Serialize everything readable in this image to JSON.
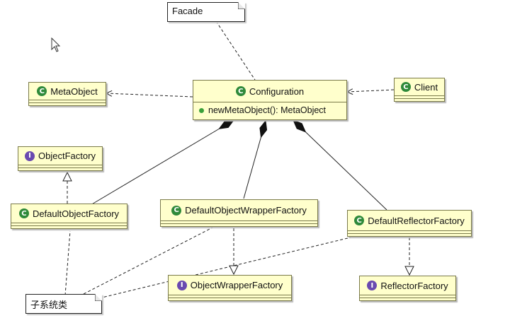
{
  "notes": {
    "facade": "Facade",
    "subsystem": "子系统类"
  },
  "classes": {
    "meta_object": {
      "name": "MetaObject",
      "kind": "C"
    },
    "configuration": {
      "name": "Configuration",
      "kind": "C",
      "operation": "newMetaObject(): MetaObject"
    },
    "client": {
      "name": "Client",
      "kind": "C"
    },
    "object_factory": {
      "name": "ObjectFactory",
      "kind": "I"
    },
    "default_object_factory": {
      "name": "DefaultObjectFactory",
      "kind": "C"
    },
    "default_object_wrapper_factory": {
      "name": "DefaultObjectWrapperFactory",
      "kind": "C"
    },
    "default_reflector_factory": {
      "name": "DefaultReflectorFactory",
      "kind": "C"
    },
    "object_wrapper_factory": {
      "name": "ObjectWrapperFactory",
      "kind": "I"
    },
    "reflector_factory": {
      "name": "ReflectorFactory",
      "kind": "I"
    }
  },
  "colors": {
    "class_fill": "#ffffcc",
    "class_border": "#7a7a4a",
    "class_badge": "#2f8a3a",
    "interface_badge": "#6a4ab0",
    "operation_dot": "#3aa03a"
  }
}
